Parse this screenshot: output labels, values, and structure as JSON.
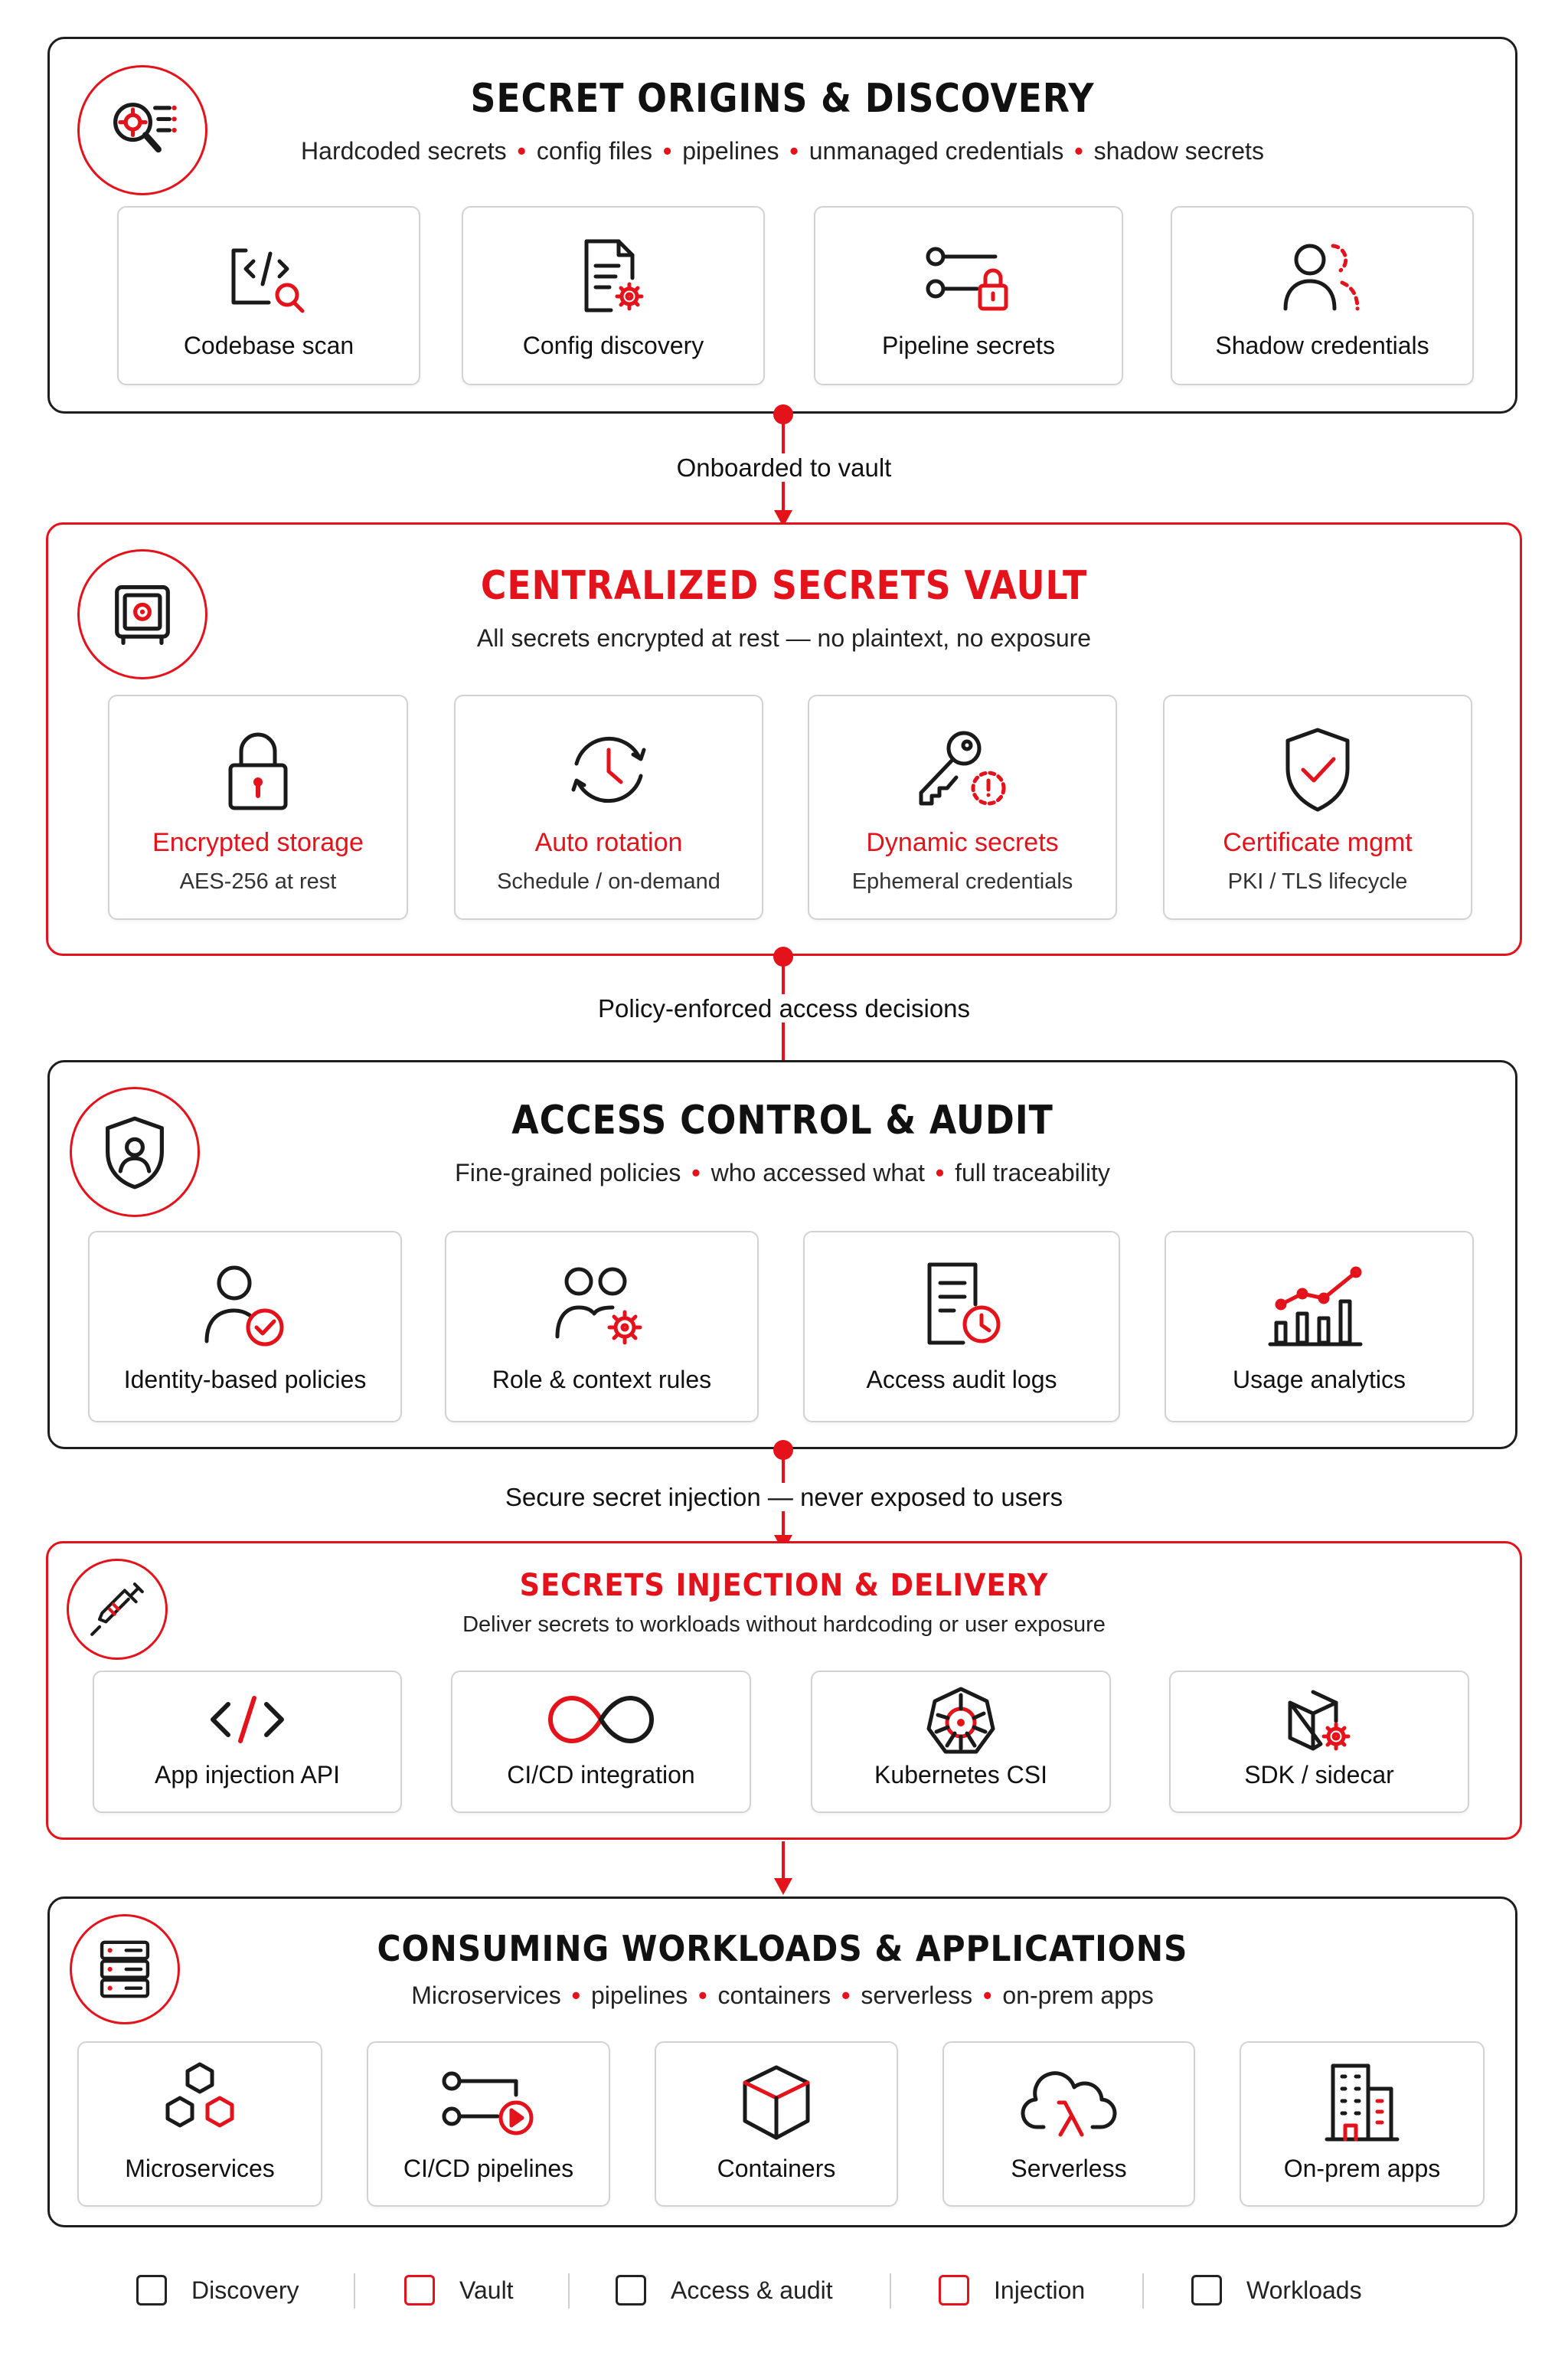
{
  "colors": {
    "accent": "#e3121b",
    "ink": "#1a1a1a",
    "card_border": "#d2d2d2"
  },
  "sections": {
    "discovery": {
      "title": "SECRET ORIGINS & DISCOVERY",
      "subtitle": [
        "Hardcoded secrets",
        "config files",
        "pipelines",
        "unmanaged credentials",
        "shadow secrets"
      ],
      "icon": "discovery-magnifier-icon",
      "cards": [
        {
          "label": "Codebase scan",
          "icon": "code-scan-icon"
        },
        {
          "label": "Config discovery",
          "icon": "config-file-icon"
        },
        {
          "label": "Pipeline secrets",
          "icon": "pipeline-lock-icon"
        },
        {
          "label": "Shadow credentials",
          "icon": "shadow-user-icon"
        }
      ]
    },
    "vault": {
      "title": "CENTRALIZED SECRETS VAULT",
      "subtitle": "All secrets encrypted at rest — no plaintext, no exposure",
      "icon": "vault-safe-icon",
      "cards": [
        {
          "label": "Encrypted storage",
          "sub": "AES-256 at rest",
          "icon": "padlock-icon"
        },
        {
          "label": "Auto rotation",
          "sub": "Schedule / on-demand",
          "icon": "rotation-clock-icon"
        },
        {
          "label": "Dynamic secrets",
          "sub": "Ephemeral credentials",
          "icon": "key-timer-icon"
        },
        {
          "label": "Certificate mgmt",
          "sub": "PKI / TLS lifecycle",
          "icon": "shield-check-icon"
        }
      ]
    },
    "access": {
      "title": "ACCESS CONTROL & AUDIT",
      "subtitle": [
        "Fine-grained policies",
        "who accessed what",
        "full traceability"
      ],
      "icon": "shield-user-icon",
      "cards": [
        {
          "label": "Identity-based policies",
          "icon": "user-check-icon"
        },
        {
          "label": "Role & context rules",
          "icon": "users-gear-icon"
        },
        {
          "label": "Access audit logs",
          "icon": "log-clock-icon"
        },
        {
          "label": "Usage analytics",
          "icon": "analytics-chart-icon"
        }
      ]
    },
    "injection": {
      "title": "SECRETS INJECTION & DELIVERY",
      "subtitle": "Deliver secrets to workloads without hardcoding or user exposure",
      "icon": "syringe-icon",
      "cards": [
        {
          "label": "App injection API",
          "icon": "code-brackets-icon"
        },
        {
          "label": "CI/CD integration",
          "icon": "infinity-loop-icon"
        },
        {
          "label": "Kubernetes CSI",
          "icon": "kubernetes-wheel-icon"
        },
        {
          "label": "SDK / sidecar",
          "icon": "cube-gear-icon"
        }
      ]
    },
    "workloads": {
      "title": "CONSUMING WORKLOADS & APPLICATIONS",
      "subtitle": [
        "Microservices",
        "pipelines",
        "containers",
        "serverless",
        "on-prem apps"
      ],
      "icon": "server-stack-icon",
      "cards": [
        {
          "label": "Microservices",
          "icon": "hexagons-icon"
        },
        {
          "label": "CI/CD pipelines",
          "icon": "pipeline-play-icon"
        },
        {
          "label": "Containers",
          "icon": "container-cube-icon"
        },
        {
          "label": "Serverless",
          "icon": "lambda-cloud-icon"
        },
        {
          "label": "On-prem apps",
          "icon": "building-icon"
        }
      ]
    }
  },
  "connectors": [
    "Onboarded to vault",
    "Policy-enforced access decisions",
    "Secure secret injection — never exposed to users",
    ""
  ],
  "legend": [
    "Discovery",
    "Vault",
    "Access & audit",
    "Injection",
    "Workloads"
  ]
}
